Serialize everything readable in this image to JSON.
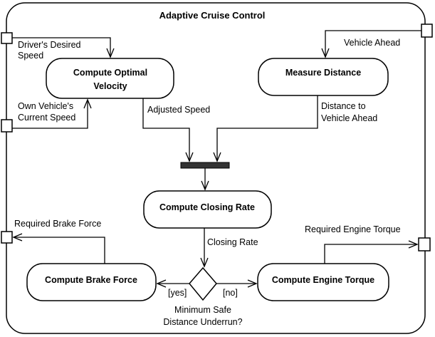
{
  "activity": {
    "title": "Adaptive Cruise Control"
  },
  "actions": {
    "compute_optimal_velocity": {
      "line1": "Compute Optimal",
      "line2": "Velocity"
    },
    "measure_distance": {
      "label": "Measure Distance"
    },
    "compute_closing_rate": {
      "label": "Compute Closing Rate"
    },
    "compute_brake_force": {
      "label": "Compute Brake Force"
    },
    "compute_engine_torque": {
      "label": "Compute Engine Torque"
    }
  },
  "parameters": {
    "drivers_desired_speed": {
      "line1": "Driver's Desired",
      "line2": "Speed"
    },
    "own_vehicle_speed": {
      "line1": "Own Vehicle's",
      "line2": "Current Speed"
    },
    "vehicle_ahead": {
      "label": "Vehicle Ahead"
    },
    "required_brake_force": {
      "label": "Required Brake Force"
    },
    "required_engine_torque": {
      "label": "Required Engine Torque"
    }
  },
  "flows": {
    "adjusted_speed": {
      "label": "Adjusted Speed"
    },
    "distance_to_vehicle": {
      "line1": "Distance to",
      "line2": "Vehicle Ahead"
    },
    "closing_rate": {
      "label": "Closing Rate"
    }
  },
  "decision": {
    "guard_yes": "[yes]",
    "guard_no": "[no]",
    "question_line1": "Minimum Safe",
    "question_line2": "Distance Underrun?"
  }
}
